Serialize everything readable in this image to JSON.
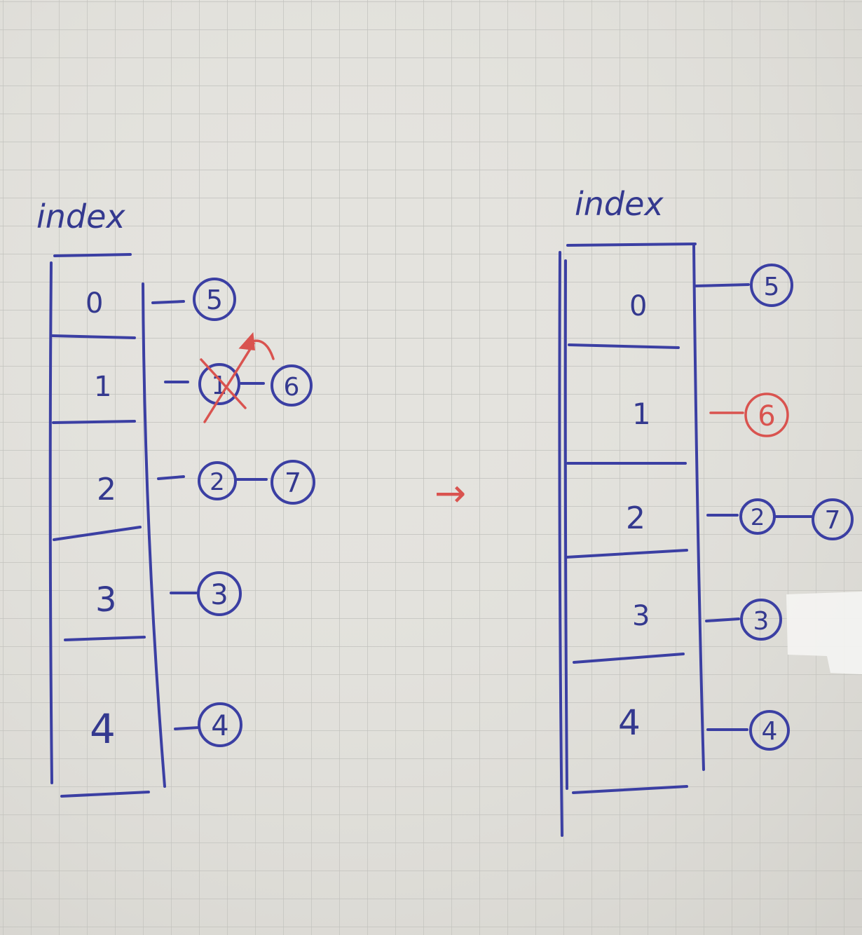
{
  "colors": {
    "paper": "#e4e3de",
    "grid": "#b9bab6",
    "ink": "#3b3fa3",
    "red": "#d9534f",
    "ink_text": "#34398f"
  },
  "left": {
    "title": "index",
    "rows": [
      {
        "index": "0",
        "chain": [
          "5"
        ]
      },
      {
        "index": "1",
        "chain": [
          "1",
          "6"
        ],
        "crossed": "1"
      },
      {
        "index": "2",
        "chain": [
          "2",
          "7"
        ]
      },
      {
        "index": "3",
        "chain": [
          "3"
        ]
      },
      {
        "index": "4",
        "chain": [
          "4"
        ]
      }
    ]
  },
  "transition_arrow": "→",
  "right": {
    "title": "index",
    "rows": [
      {
        "index": "0",
        "chain": [
          "5"
        ]
      },
      {
        "index": "1",
        "chain": [
          "6"
        ],
        "highlight": "6"
      },
      {
        "index": "2",
        "chain": [
          "2",
          "7"
        ]
      },
      {
        "index": "3",
        "chain": [
          "3"
        ]
      },
      {
        "index": "4",
        "chain": [
          "4"
        ]
      }
    ]
  }
}
